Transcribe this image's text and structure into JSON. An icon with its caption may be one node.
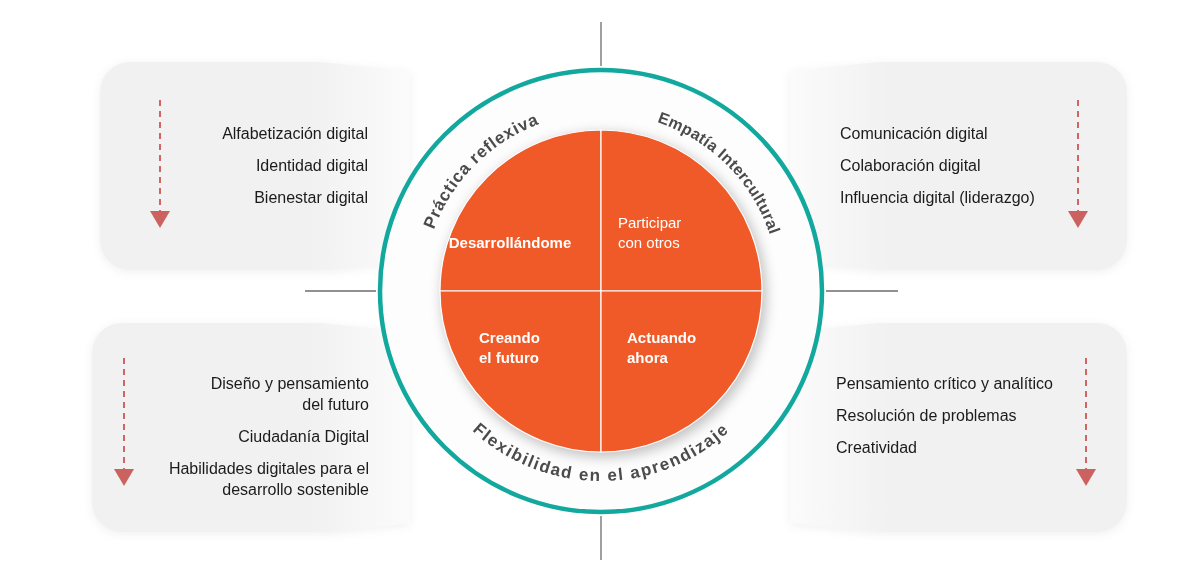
{
  "diagram": {
    "nodes": [
      {
        "text": [
          "Alfabetización digital",
          "Identidad digital",
          "Bienestar digital"
        ]
      },
      {
        "text": [
          "Comunicación digital",
          "Colaboración digital",
          "Influencia digital (liderazgo)"
        ]
      },
      {
        "text": [
          "Diseño y pensamiento del futuro",
          "Ciudadanía Digital",
          "Habilidades digitales para el desarrollo sostenible"
        ]
      },
      {
        "text": [
          "Pensamiento crítico y analítico",
          "Resolución de problemas",
          "Creatividad"
        ]
      },
      {
        "text": [
          "Práctica reflexiva",
          "Empatía Intercultural",
          "Flexibilidad en el aprendizaje"
        ]
      },
      {
        "text": [
          "Desarrollándome"
        ],
        "in": 4
      },
      {
        "text": [
          "Participar con otros"
        ],
        "in": 4
      },
      {
        "text": [
          "Creando el futuro"
        ],
        "in": 4
      },
      {
        "text": [
          "Actuando ahora"
        ],
        "in": 4
      }
    ]
  }
}
